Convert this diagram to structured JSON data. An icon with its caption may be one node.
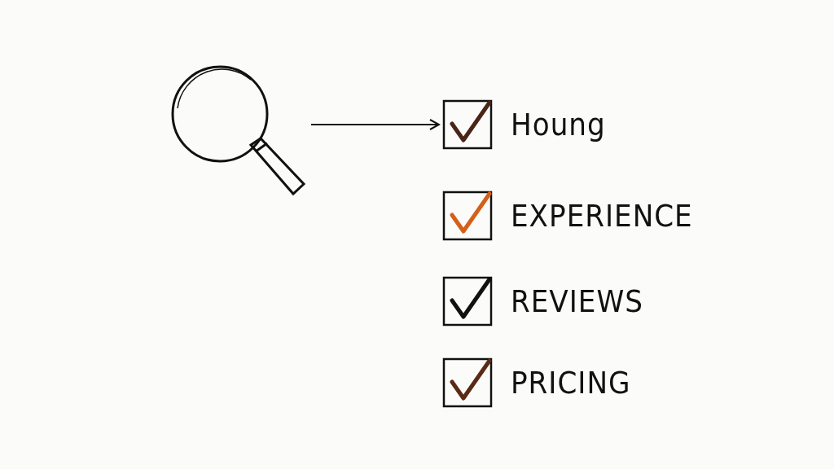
{
  "diagram": {
    "nodes": [
      {
        "text": [],
        "shape": "picture"
      },
      {
        "text": [
          "Houng"
        ]
      },
      {
        "text": [
          "EXPERIENCE"
        ]
      },
      {
        "text": [
          "REVIEWS"
        ]
      },
      {
        "text": [
          "PRICING"
        ]
      }
    ],
    "edges": [
      {
        "from": 0,
        "to": 1,
        "arrow": "to"
      }
    ]
  }
}
